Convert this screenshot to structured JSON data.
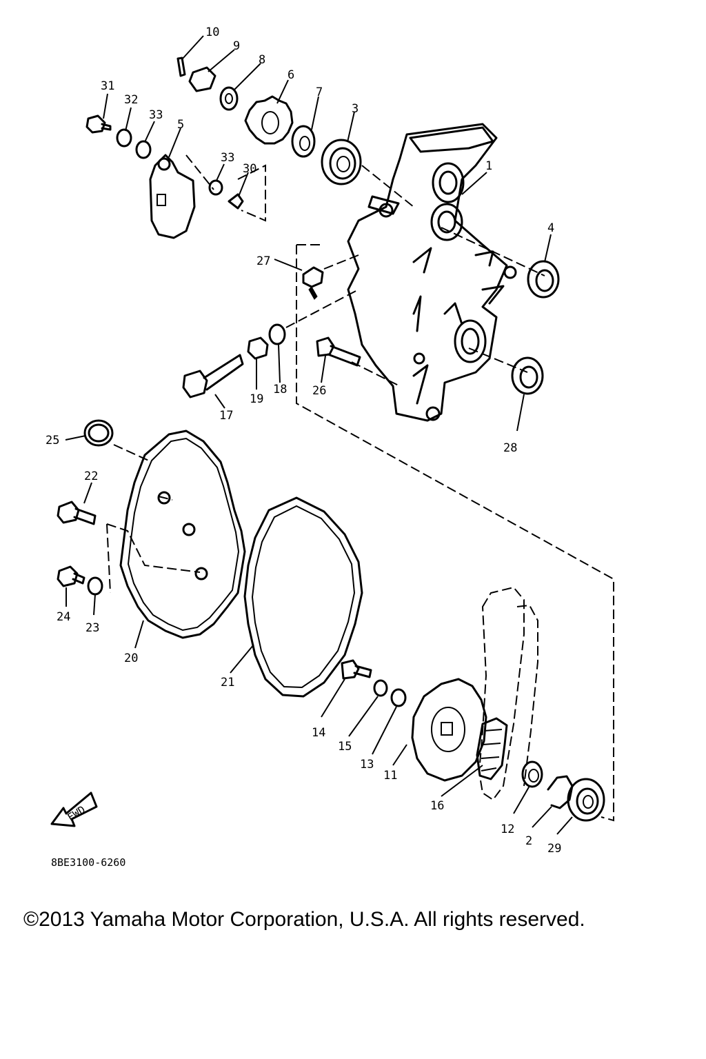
{
  "diagram": {
    "labels": [
      "1",
      "2",
      "3",
      "4",
      "5",
      "6",
      "7",
      "8",
      "9",
      "10",
      "11",
      "12",
      "13",
      "14",
      "15",
      "16",
      "17",
      "18",
      "19",
      "20",
      "21",
      "22",
      "23",
      "24",
      "25",
      "26",
      "27",
      "28",
      "29",
      "30",
      "31",
      "32",
      "33",
      "33"
    ],
    "fwd_text": "FWD",
    "drawing_code": "8BE3100-6260"
  },
  "footer": {
    "copyright": "©2013 Yamaha Motor Corporation, U.S.A. All rights reserved."
  }
}
